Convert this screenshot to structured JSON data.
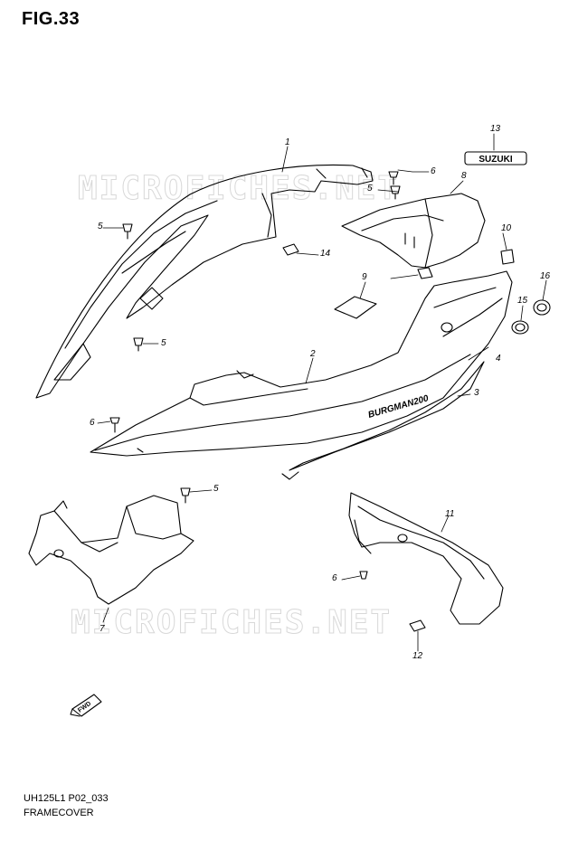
{
  "figure": {
    "title": "FIG.33"
  },
  "watermark": "MICROFICHES.NET",
  "logo_text": "SUZUKI",
  "decal_text": "BURGMAN200",
  "fwd_label": "FWD",
  "footer": {
    "code": "UH125L1 P02_033",
    "name": "FRAMECOVER"
  },
  "callouts": [
    "1",
    "13",
    "6",
    "5",
    "8",
    "5",
    "10",
    "14",
    "9",
    "16",
    "15",
    "5",
    "2",
    "4",
    "3",
    "6",
    "5",
    "11",
    "7",
    "6",
    "12"
  ]
}
